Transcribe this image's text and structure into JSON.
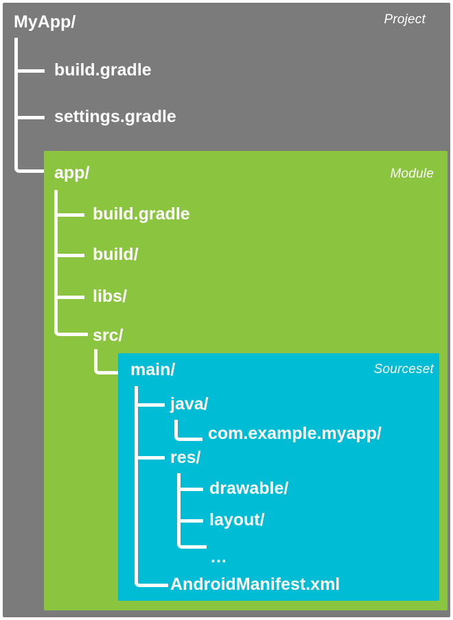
{
  "diagram": {
    "title": "Android project structure tree",
    "colors": {
      "project": "#7b7b7b",
      "module": "#8bc53f",
      "sourceset": "#00bcd4",
      "text": "#ffffff"
    },
    "project": {
      "type_label": "Project",
      "root": "MyApp/",
      "children": [
        {
          "label": "build.gradle"
        },
        {
          "label": "settings.gradle"
        }
      ]
    },
    "module": {
      "type_label": "Module",
      "root": "app/",
      "children": [
        {
          "label": "build.gradle"
        },
        {
          "label": "build/"
        },
        {
          "label": "libs/"
        },
        {
          "label": "src/"
        }
      ]
    },
    "sourceset": {
      "type_label": "Sourceset",
      "root": "main/",
      "children": [
        {
          "label": "java/"
        },
        {
          "label": "com.example.myapp/"
        },
        {
          "label": "res/"
        },
        {
          "label": "drawable/"
        },
        {
          "label": "layout/"
        },
        {
          "label": "..."
        },
        {
          "label": "AndroidManifest.xml"
        }
      ]
    }
  }
}
